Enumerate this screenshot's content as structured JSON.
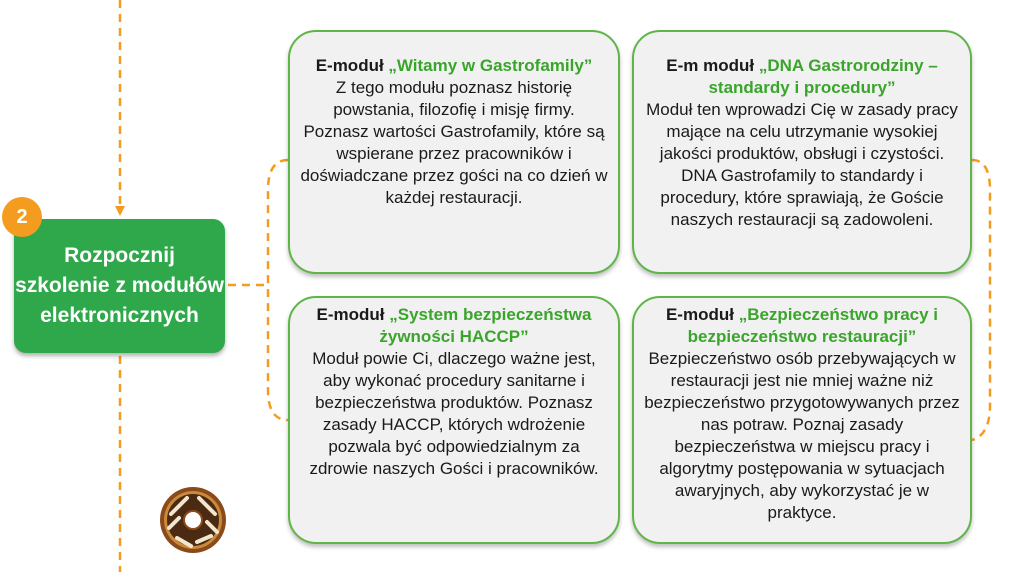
{
  "step": {
    "number": "2",
    "label": "Rozpocznij szkolenie z modułów elektronicznych",
    "color": "#2ea84a",
    "badge_color": "#f39c1f"
  },
  "modules": [
    {
      "prefix": "E-moduł ",
      "title": "„Witamy w Gastrofamily”",
      "text": "Z tego modułu poznasz historię powstania, filozofię i misję firmy. Poznasz wartości Gastrofamily, które są wspierane przez pracowników i doświadczane przez gości na co dzień w każdej restauracji."
    },
    {
      "prefix": "E-m moduł ",
      "title": "„DNA Gastrorodziny – standardy i procedury”",
      "text": "Moduł ten wprowadzi Cię w zasady pracy mające na celu utrzymanie wysokiej jakości produktów, obsługi i czystości. DNA Gastrofamily to standardy i procedury, które sprawiają, że Goście naszych restauracji są zadowoleni."
    },
    {
      "prefix": "E-moduł ",
      "title": "„System bezpieczeństwa żywności HACCP”",
      "text": "Moduł powie Ci, dlaczego ważne jest, aby wykonać procedury sanitarne i bezpieczeństwa produktów. Poznasz zasady HACCP, których wdrożenie pozwala być odpowiedzialnym za zdrowie naszych Gości i pracowników."
    },
    {
      "prefix": "E-moduł ",
      "title": "„Bezpieczeństwo pracy i bezpieczeństwo restauracji”",
      "text": "Bezpieczeństwo osób przebywających w restauracji jest nie mniej ważne niż bezpieczeństwo przygotowywanych przez nas potraw. Poznaj zasady bezpieczeństwa w miejscu pracy i algorytmy postępowania w sytuacjach awaryjnych, aby wykorzystać je w praktyce."
    }
  ],
  "colors": {
    "accent_green": "#3aa52b",
    "card_border": "#5fb548",
    "connector": "#f39c1f"
  },
  "icons": [
    "donut-icon"
  ]
}
